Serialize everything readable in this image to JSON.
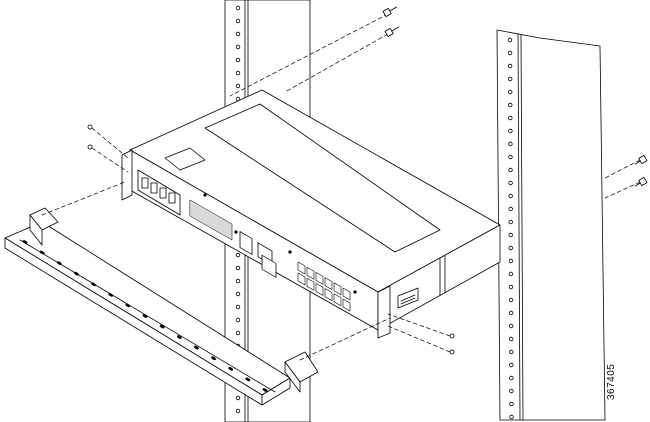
{
  "figure": {
    "id_number": "367405"
  },
  "colors": {
    "line": "#000000",
    "fill": "#ffffff",
    "shade": "#d9d9d9",
    "dark": "#4a4a4a"
  },
  "icons": [
    "rack-post",
    "router-chassis",
    "cable-tray-bracket",
    "screw-icon"
  ]
}
